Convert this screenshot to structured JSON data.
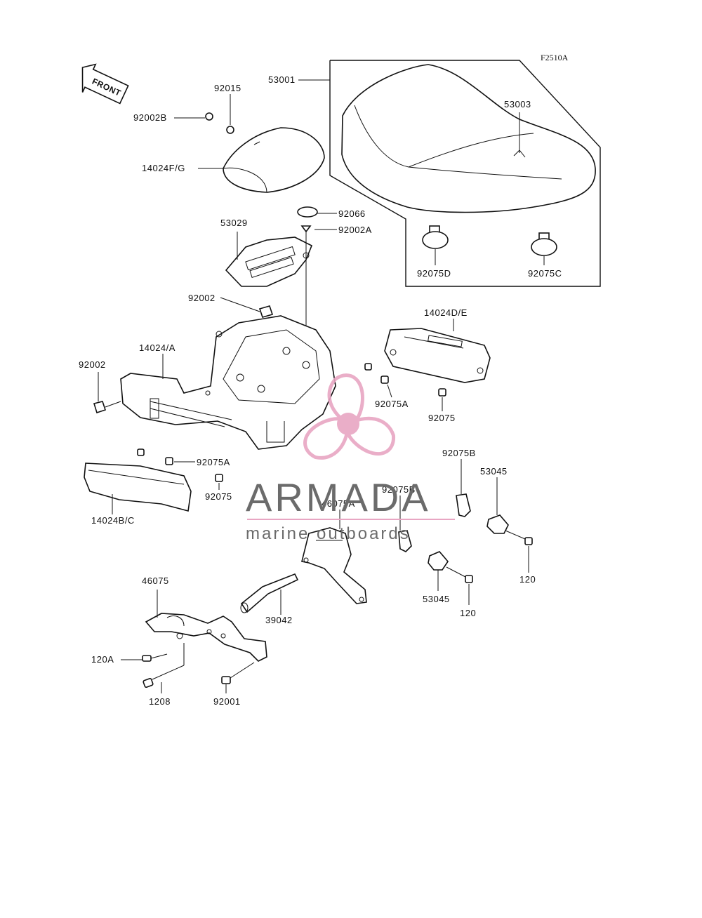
{
  "figure_code": "F2510A",
  "front_arrow_label": "FRONT",
  "watermark": {
    "brand": "ARMADA",
    "tagline": "marine outboards",
    "brand_color": "#6b6b6b",
    "propeller_color": "#e8a6c3"
  },
  "labels": {
    "p53001": "53001",
    "p53003": "53003",
    "p92015": "92015",
    "p92002B": "92002B",
    "p14024FG": "14024F/G",
    "p92066": "92066",
    "p92002A": "92002A",
    "p53029": "53029",
    "p92075D": "92075D",
    "p92075C": "92075C",
    "p92002_top": "92002",
    "p14024DE": "14024D/E",
    "p14024A": "14024/A",
    "p92002_left": "92002",
    "p92075A_right": "92075A",
    "p92075_right": "92075",
    "p92075A_left": "92075A",
    "p92075_left": "92075",
    "p14024BC": "14024B/C",
    "p92075B_top": "92075B",
    "p53045_right": "53045",
    "p92075B_mid": "92075B",
    "p46075A": "46075A",
    "p120_right": "120",
    "p53045_mid": "53045",
    "p120_mid": "120",
    "p46075": "46075",
    "p39042": "39042",
    "p120A": "120A",
    "p1208": "1208",
    "p92001": "92001"
  }
}
